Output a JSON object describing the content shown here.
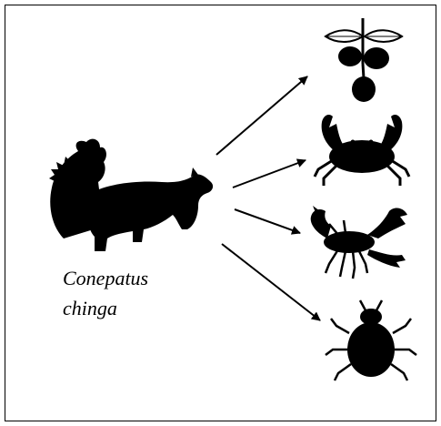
{
  "diagram": {
    "predator": {
      "genus": "Conepatus",
      "species": "chinga",
      "icon": "skunk-silhouette"
    },
    "prey": [
      {
        "icon": "fruit-branch-silhouette"
      },
      {
        "icon": "crab-silhouette"
      },
      {
        "icon": "scorpion-silhouette"
      },
      {
        "icon": "beetle-silhouette"
      }
    ],
    "colors": {
      "ink": "#000000",
      "background": "#ffffff"
    }
  }
}
